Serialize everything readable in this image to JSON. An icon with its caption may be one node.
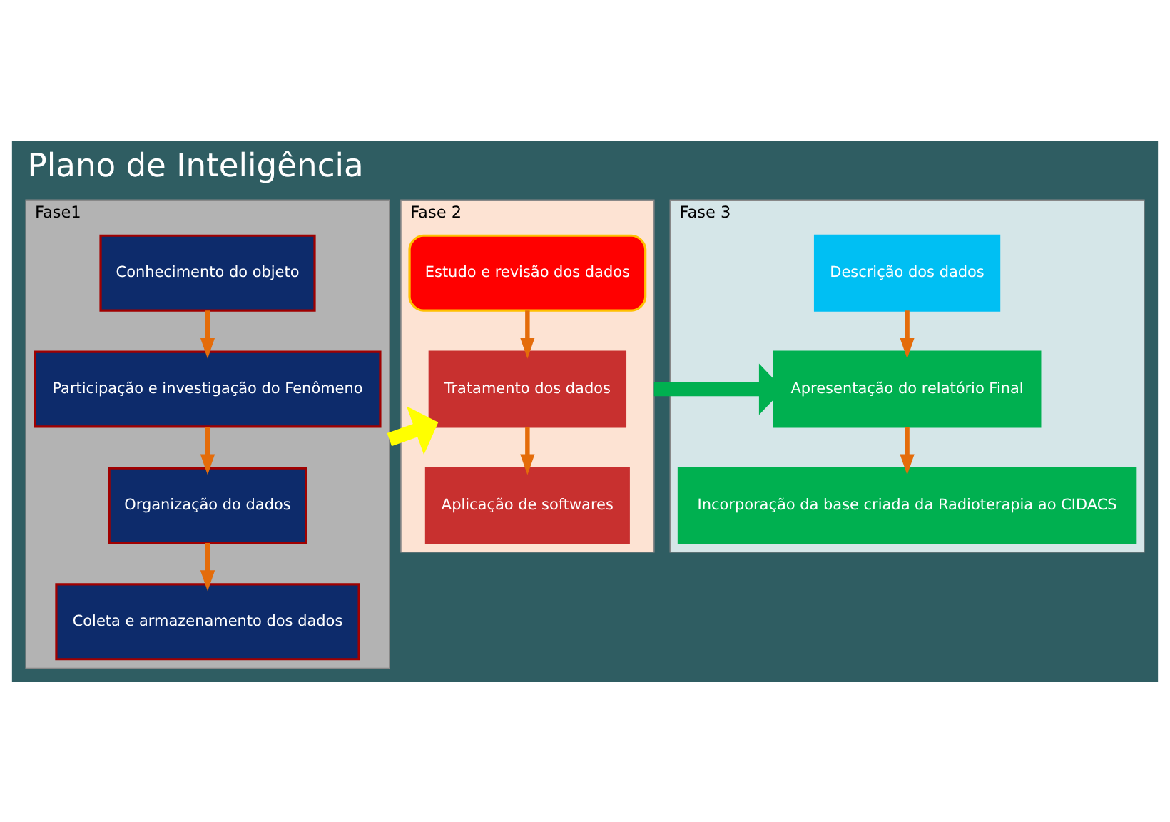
{
  "diagram": {
    "title": "Plano de Inteligência",
    "nodes": [
      {
        "text": [
          "Fase1"
        ]
      },
      {
        "text": [
          "Conhecimento do objeto"
        ],
        "in": 0
      },
      {
        "text": [
          "Participação e investigação do Fenômeno"
        ],
        "in": 0
      },
      {
        "text": [
          "Organização do dados"
        ],
        "in": 0
      },
      {
        "text": [
          "Coleta e armazenamento dos dados"
        ],
        "in": 0
      },
      {
        "text": [
          "Fase 2"
        ]
      },
      {
        "text": [
          "Estudo e revisão dos dados"
        ],
        "in": 5
      },
      {
        "text": [
          "Tratamento dos dados"
        ],
        "in": 5
      },
      {
        "text": [
          "Aplicação de softwares"
        ],
        "in": 5
      },
      {
        "text": [
          "Fase 3"
        ]
      },
      {
        "text": [
          "Descrição dos dados"
        ],
        "in": 9
      },
      {
        "text": [
          "Apresentação do relatório Final"
        ],
        "in": 9
      },
      {
        "text": [
          "Incorporação da base criada da Radioterapia ao CIDACS"
        ],
        "in": 9
      }
    ],
    "edges": [
      {
        "from": 1,
        "to": 2,
        "arrow": "to"
      },
      {
        "from": 2,
        "to": 3,
        "arrow": "to"
      },
      {
        "from": 3,
        "to": 4,
        "arrow": "to"
      },
      {
        "from": 0,
        "to": 7,
        "arrow": "to",
        "style": "thick",
        "color": "#ffff00"
      },
      {
        "from": 6,
        "to": 7,
        "arrow": "to"
      },
      {
        "from": 7,
        "to": 8,
        "arrow": "to"
      },
      {
        "from": 5,
        "to": 11,
        "arrow": "to",
        "style": "thick",
        "color": "#00b050"
      },
      {
        "from": 10,
        "to": 11,
        "arrow": "to"
      },
      {
        "from": 11,
        "to": 12,
        "arrow": "to"
      }
    ]
  }
}
